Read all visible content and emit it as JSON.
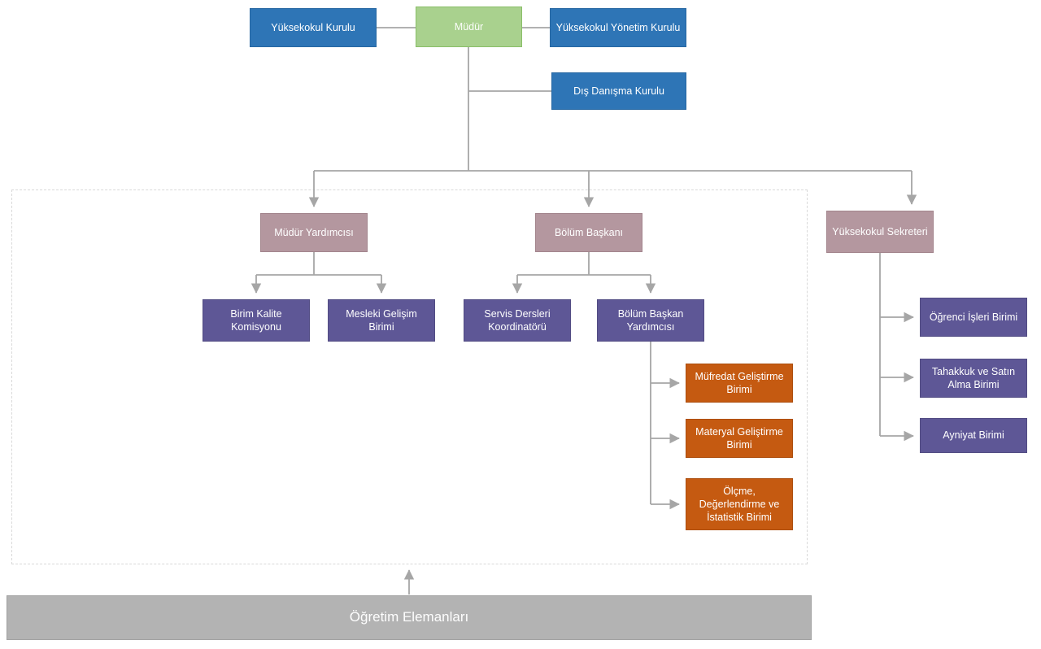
{
  "colors": {
    "blue": "#2e75b6",
    "green": "#a9d18e",
    "mauve": "#b4979f",
    "purple": "#5e5796",
    "orange": "#c55a11",
    "gray_bar": "#b3b3b3",
    "connector": "#a6a6a6",
    "dashed_border": "#d9d9d9"
  },
  "nodes": {
    "yuksekokul_kurulu": {
      "label": "Yüksekokul Kurulu"
    },
    "mudur": {
      "label": "Müdür"
    },
    "yonetim_kurulu": {
      "label": "Yüksekokul Yönetim Kurulu"
    },
    "dis_danisma": {
      "label": "Dış Danışma Kurulu"
    },
    "mudur_yardimcisi": {
      "label": "Müdür Yardımcısı"
    },
    "bolum_baskani": {
      "label": "Bölüm Başkanı"
    },
    "yuksekokul_sekreteri": {
      "label": "Yüksekokul Sekreteri"
    },
    "birim_kalite": {
      "label": "Birim Kalite Komisyonu"
    },
    "mesleki_gelisim": {
      "label": "Mesleki Gelişim Birimi"
    },
    "servis_dersleri": {
      "label": "Servis Dersleri Koordinatörü"
    },
    "bolum_baskan_yardimcisi": {
      "label": "Bölüm Başkan Yardımcısı"
    },
    "mufredat": {
      "label": "Müfredat Geliştirme Birimi"
    },
    "materyal": {
      "label": "Materyal Geliştirme Birimi"
    },
    "olcme": {
      "label": "Ölçme, Değerlendirme ve İstatistik Birimi"
    },
    "ogrenci_isleri": {
      "label": "Öğrenci İşleri Birimi"
    },
    "tahakkuk": {
      "label": "Tahakkuk ve Satın Alma Birimi"
    },
    "ayniyat": {
      "label": "Ayniyat Birimi"
    },
    "ogretim_elemanlari": {
      "label": "Öğretim Elemanları"
    }
  },
  "edges": [
    [
      "mudur",
      "yuksekokul_kurulu"
    ],
    [
      "mudur",
      "yonetim_kurulu"
    ],
    [
      "mudur",
      "dis_danisma"
    ],
    [
      "mudur",
      "mudur_yardimcisi"
    ],
    [
      "mudur",
      "bolum_baskani"
    ],
    [
      "mudur",
      "yuksekokul_sekreteri"
    ],
    [
      "mudur_yardimcisi",
      "birim_kalite"
    ],
    [
      "mudur_yardimcisi",
      "mesleki_gelisim"
    ],
    [
      "bolum_baskani",
      "servis_dersleri"
    ],
    [
      "bolum_baskani",
      "bolum_baskan_yardimcisi"
    ],
    [
      "bolum_baskan_yardimcisi",
      "mufredat"
    ],
    [
      "bolum_baskan_yardimcisi",
      "materyal"
    ],
    [
      "bolum_baskan_yardimcisi",
      "olcme"
    ],
    [
      "yuksekokul_sekreteri",
      "ogrenci_isleri"
    ],
    [
      "yuksekokul_sekreteri",
      "tahakkuk"
    ],
    [
      "yuksekokul_sekreteri",
      "ayniyat"
    ],
    [
      "ogretim_elemanlari",
      "academic_units_region"
    ]
  ]
}
